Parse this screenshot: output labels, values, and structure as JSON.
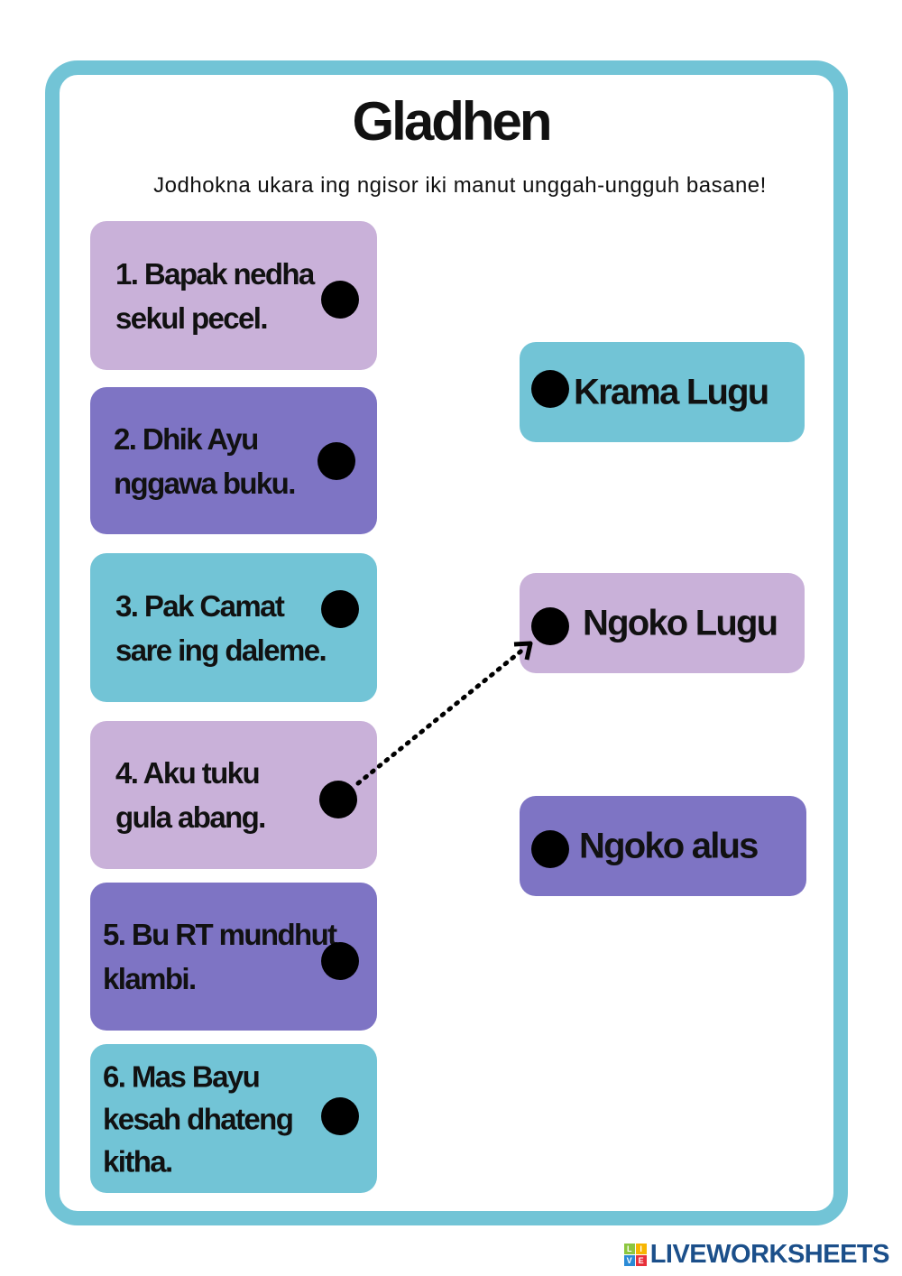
{
  "title": "Gladhen",
  "instruction": "Jodhokna ukara ing ngisor iki manut unggah-ungguh basane!",
  "sentences": [
    {
      "line1": "1. Bapak nedha",
      "line2": "sekul pecel.",
      "line3": ""
    },
    {
      "line1": "2. Dhik Ayu",
      "line2": "nggawa buku.",
      "line3": ""
    },
    {
      "line1": "3. Pak Camat",
      "line2": "sare ing daleme.",
      "line3": ""
    },
    {
      "line1": "4.  Aku tuku",
      "line2": "gula abang.",
      "line3": ""
    },
    {
      "line1": "5. Bu RT mundhut",
      "line2": "klambi.",
      "line3": ""
    },
    {
      "line1": "6. Mas Bayu",
      "line2": "kesah dhateng",
      "line3": "kitha."
    }
  ],
  "options": [
    "Krama Lugu",
    "Ngoko Lugu",
    "Ngoko alus"
  ],
  "connection": {
    "from_sentence": 4,
    "to_option": "Ngoko Lugu"
  },
  "brand": {
    "mark_letters": [
      "L",
      "I",
      "V",
      "E"
    ],
    "name": "LIVEWORKSHEETS"
  },
  "colors": {
    "frame": "#72c4d6",
    "light_purple": "#c9b1d9",
    "dark_purple": "#7e74c4",
    "teal": "#72c4d6"
  }
}
